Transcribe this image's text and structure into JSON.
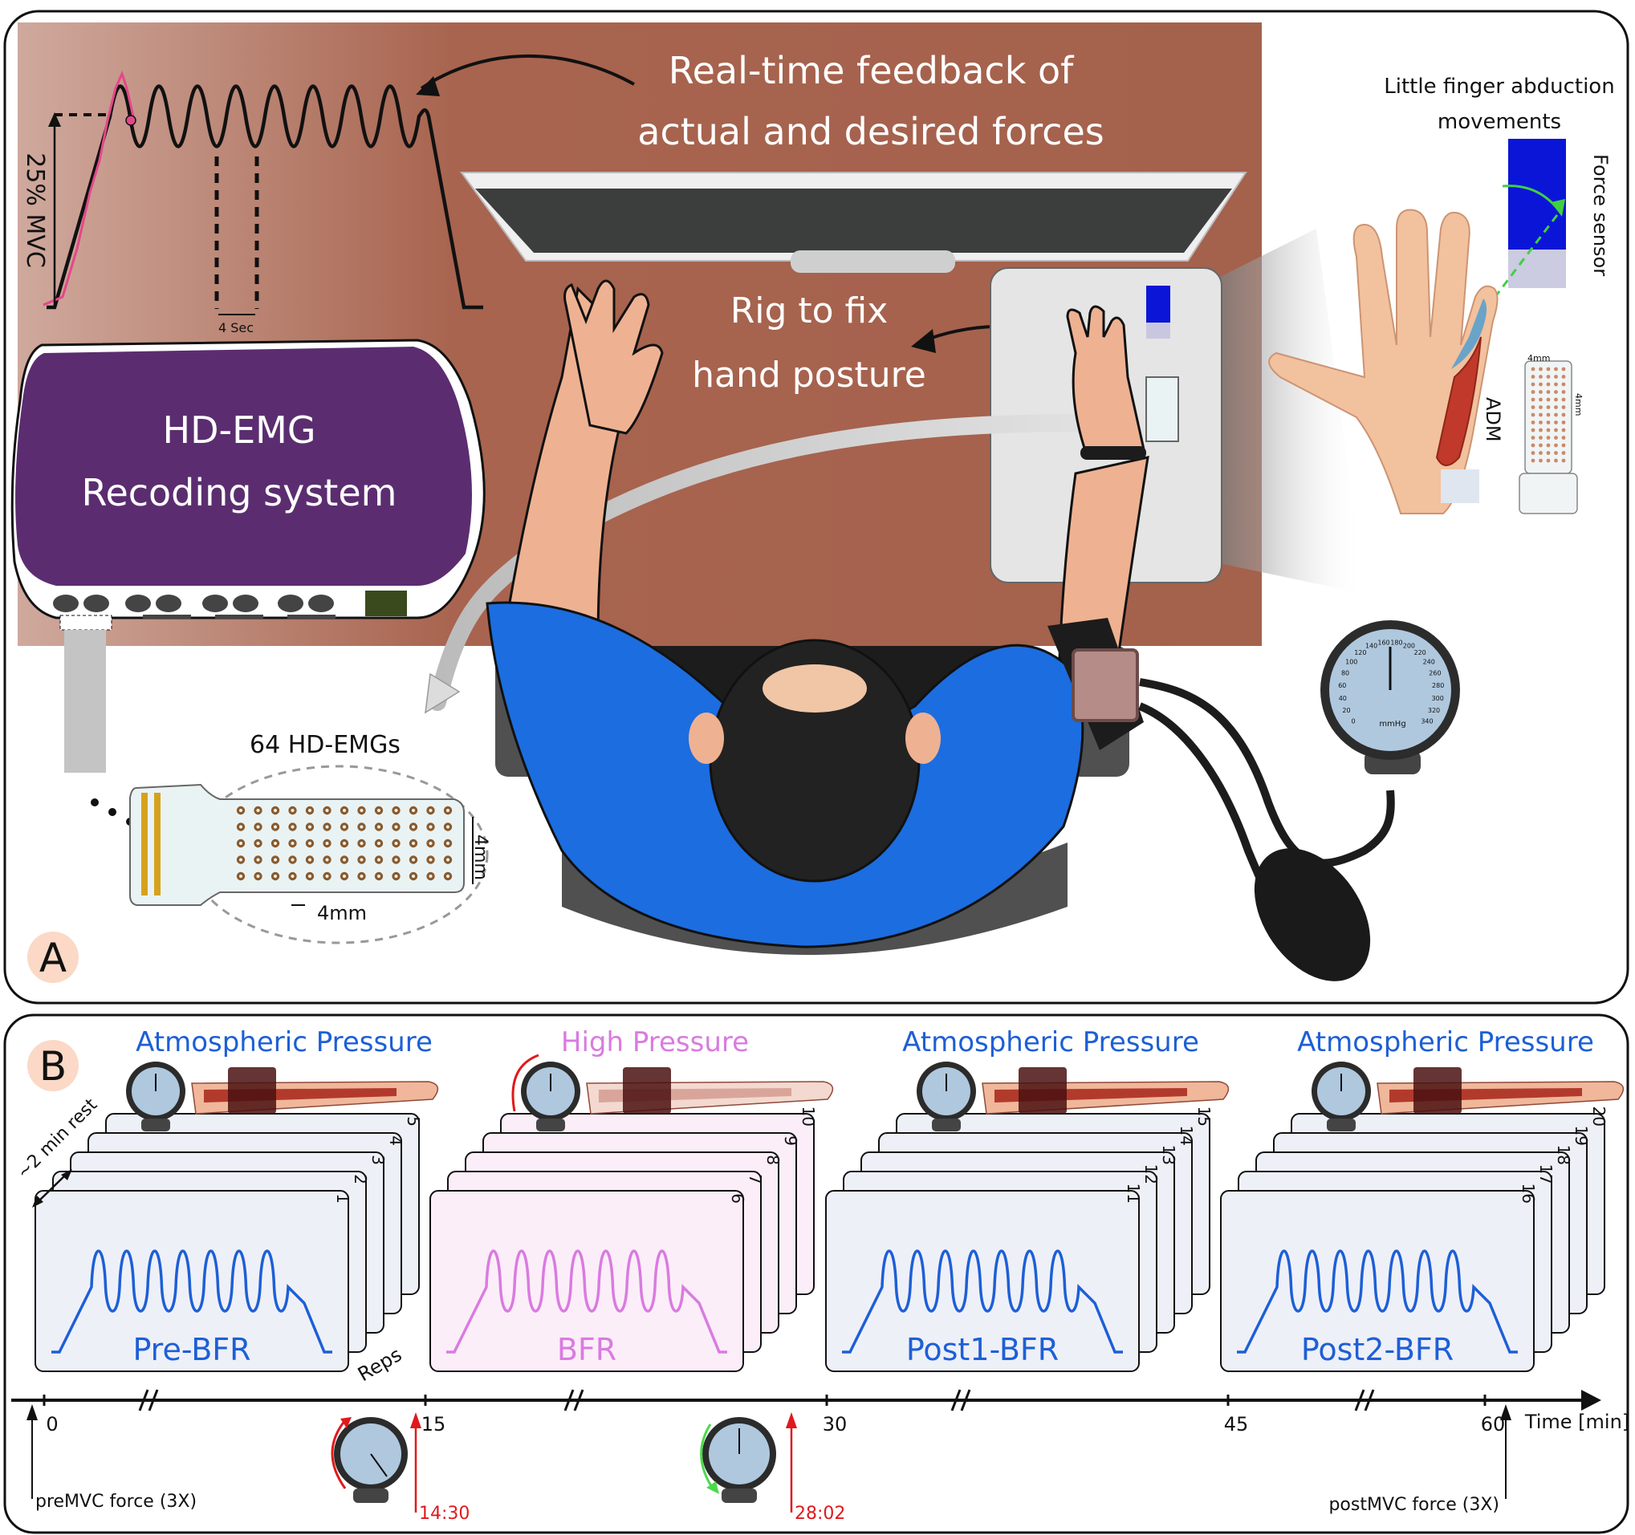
{
  "panelA": {
    "label": "A",
    "feedback": {
      "line1": "Real-time feedback of",
      "line2": "actual and desired forces"
    },
    "mvc_label": "25% MVC",
    "interval_label": "4 Sec",
    "rig": {
      "line1": "Rig to fix",
      "line2": "hand posture"
    },
    "recorder": {
      "line1": "HD-EMG",
      "line2": "Recoding system"
    },
    "hdemg_label": "64 HD-EMGs",
    "grid_spacing_v": "4mm",
    "grid_spacing_h": "4mm",
    "little_finger": {
      "line1": "Little finger abduction",
      "line2": "movements"
    },
    "force_sensor": "Force sensor",
    "adm": "ADM",
    "small_spacing_a": "4mm",
    "small_spacing_b": "4mm",
    "gauge_unit": "mmHg",
    "gauge_ticks": [
      "0",
      "20",
      "40",
      "60",
      "80",
      "100",
      "120",
      "140",
      "160",
      "180",
      "200",
      "220",
      "240",
      "260",
      "280",
      "300",
      "320",
      "340"
    ]
  },
  "panelB": {
    "label": "B",
    "blocks": [
      {
        "pressure": "Atmospheric Pressure",
        "title": "Pre-BFR",
        "reps": [
          "1",
          "2",
          "3",
          "4",
          "5"
        ],
        "color": "#1d5fd6",
        "fill": "#eef0f8"
      },
      {
        "pressure": "High Pressure",
        "title": "BFR",
        "reps": [
          "6",
          "7",
          "8",
          "9",
          "10"
        ],
        "color": "#d97be0",
        "fill": "#fbeef8"
      },
      {
        "pressure": "Atmospheric Pressure",
        "title": "Post1-BFR",
        "reps": [
          "11",
          "12",
          "13",
          "14",
          "15"
        ],
        "color": "#1d5fd6",
        "fill": "#eef0f8"
      },
      {
        "pressure": "Atmospheric Pressure",
        "title": "Post2-BFR",
        "reps": [
          "16",
          "17",
          "18",
          "19",
          "20"
        ],
        "color": "#1d5fd6",
        "fill": "#eef0f8"
      }
    ],
    "rest_label": "~2 min rest",
    "reps_label": "Reps",
    "axis_ticks": [
      "0",
      "15",
      "30",
      "45",
      "60"
    ],
    "axis_label": "Time [min]",
    "pre_mvc": "preMVC force (3X)",
    "post_mvc": "postMVC force (3X)",
    "cuff_on_time": "14:30",
    "cuff_off_time": "28:02"
  },
  "colors": {
    "desk": "#a8644f",
    "recorder": "#5b2d70",
    "shirt": "#1c6de0",
    "blue_text": "#1d5fd6",
    "pink_text": "#d97be0",
    "red_marker": "#e0191c"
  }
}
